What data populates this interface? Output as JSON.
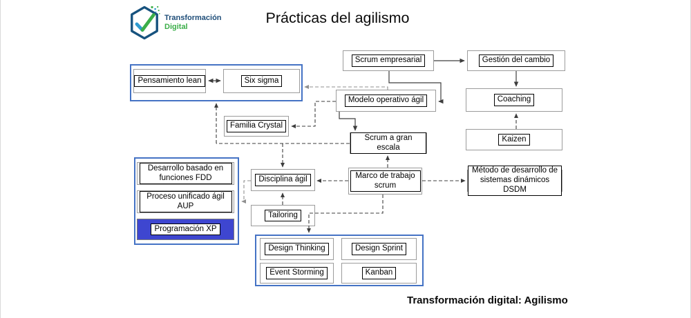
{
  "header": {
    "logo": {
      "line1": "Transformación",
      "line2": "Digital"
    },
    "title": "Prácticas del agilismo"
  },
  "diagram": {
    "nodes": {
      "scrum_empresarial": "Scrum empresarial",
      "gestion_cambio": "Gestión del cambio",
      "pensamiento_lean": "Pensamiento lean",
      "six_sigma": "Six sigma",
      "modelo_operativo": "Modelo operativo ágil",
      "coaching": "Coaching",
      "familia_crystal": "Familia Crystal",
      "kaizen": "Kaizen",
      "scrum_gran_escala": "Scrum a gran escala",
      "disciplina_agil": "Disciplina ágil",
      "marco_trabajo": "Marco de trabajo scrum",
      "dsdm": "Método de desarrollo de sistemas dinámicos DSDM",
      "fdd": "Desarrollo basado en funciones FDD",
      "aup": "Proceso unificado ágil AUP",
      "xp": "Programación XP",
      "tailoring": "Tailoring",
      "design_thinking": "Design Thinking",
      "design_sprint": "Design Sprint",
      "event_storming": "Event Storming",
      "kanban": "Kanban"
    },
    "edges": [
      {
        "from": "scrum_empresarial",
        "to": "gestion_cambio",
        "style": "solid"
      },
      {
        "from": "scrum_empresarial",
        "to": "modelo_operativo",
        "style": "solid"
      },
      {
        "from": "gestion_cambio",
        "to": "coaching",
        "style": "solid"
      },
      {
        "from": "modelo_operativo",
        "to": "scrum_gran_escala",
        "style": "solid"
      },
      {
        "from": "pensamiento_lean",
        "to": "six_sigma",
        "style": "solid-bidirectional"
      },
      {
        "from": "modelo_operativo",
        "to": "lean_six_sigma_group",
        "style": "dashed"
      },
      {
        "from": "modelo_operativo",
        "to": "familia_crystal",
        "style": "dashed"
      },
      {
        "from": "scrum_gran_escala",
        "to": "lean_six_sigma_group",
        "style": "dashed"
      },
      {
        "from": "scrum_gran_escala",
        "to": "disciplina_agil",
        "style": "dashed"
      },
      {
        "from": "tailoring",
        "to": "disciplina_agil",
        "style": "dashed"
      },
      {
        "from": "marco_trabajo",
        "to": "disciplina_agil",
        "style": "dashed"
      },
      {
        "from": "marco_trabajo",
        "to": "dsdm",
        "style": "dashed"
      },
      {
        "from": "marco_trabajo",
        "to": "scrum_gran_escala",
        "style": "dashed"
      },
      {
        "from": "marco_trabajo",
        "to": "design_group",
        "style": "dashed"
      },
      {
        "from": "kaizen",
        "to": "coaching",
        "style": "dashed"
      },
      {
        "from": "disciplina_agil",
        "to": "fdd_group",
        "style": "dashed"
      }
    ],
    "colors": {
      "group_border": "#4472C4",
      "xp_fill": "#3E46D0",
      "box_border": "#9B9B9B",
      "label_border": "#000000",
      "logo_blue": "#1F4E79",
      "logo_green": "#3BAE49"
    }
  },
  "footer": {
    "caption": "Transformación digital: Agilismo"
  }
}
